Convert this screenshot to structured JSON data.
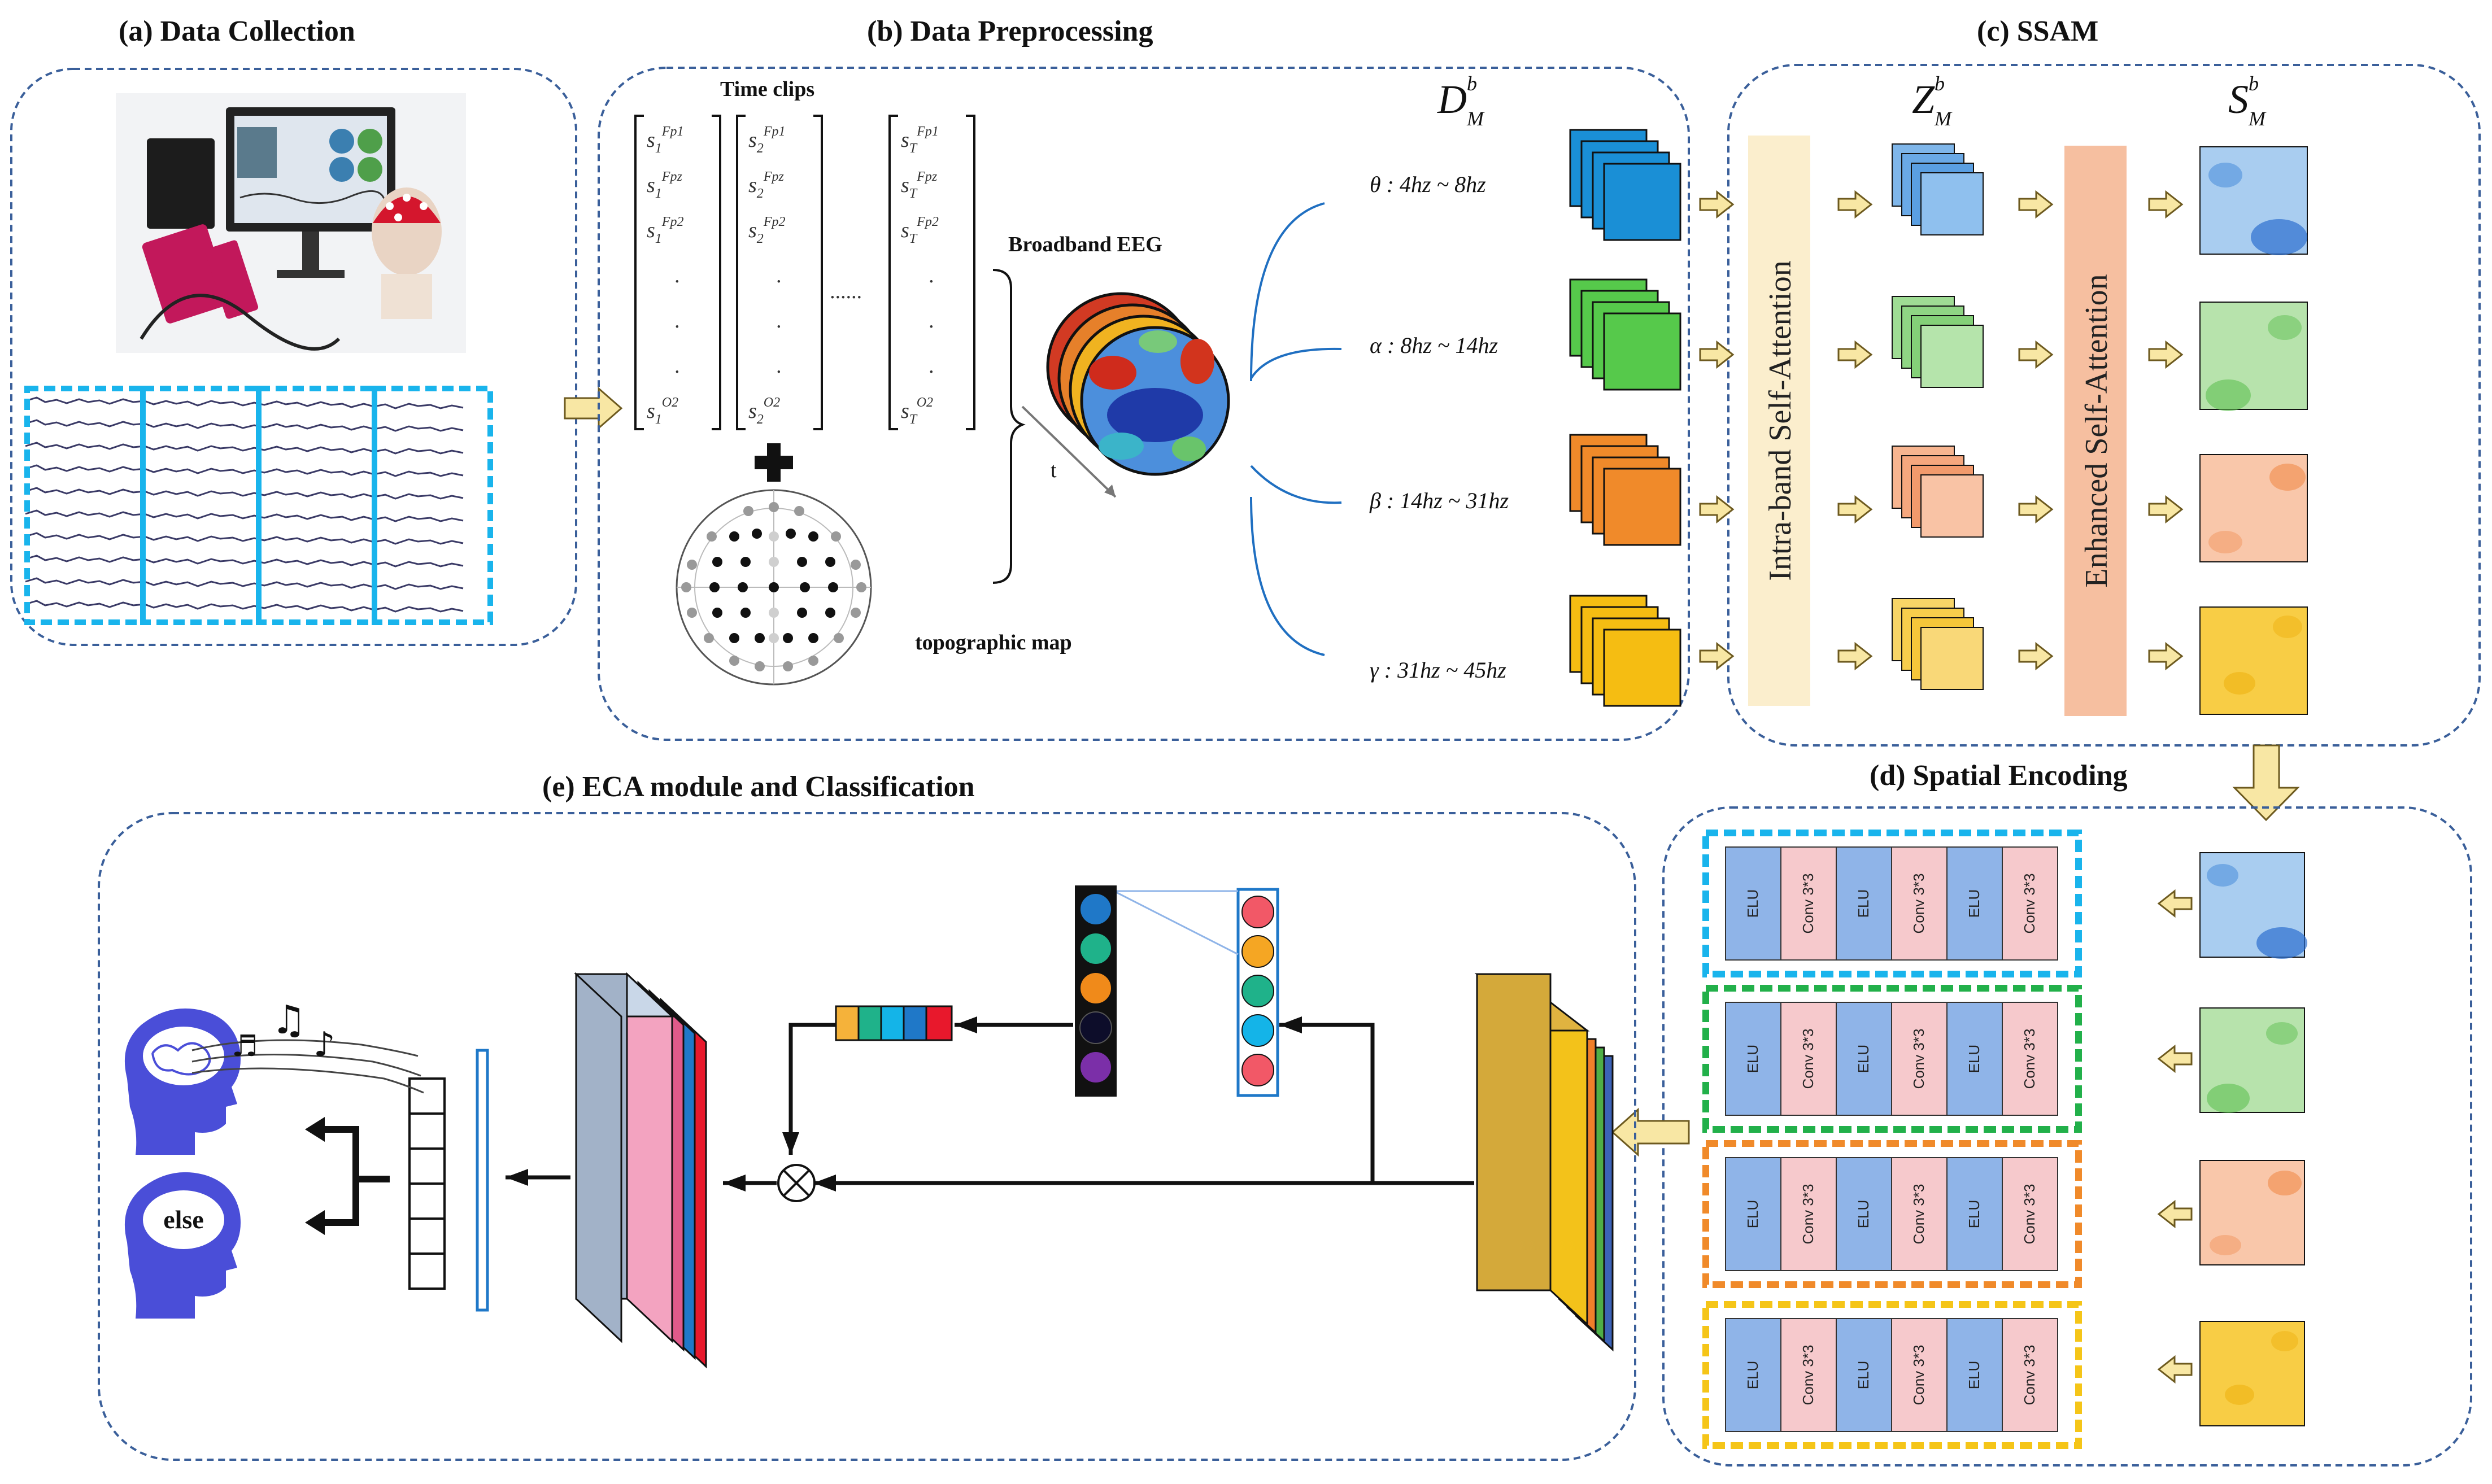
{
  "panels": {
    "a": "(a) Data Collection",
    "b": "(b) Data Preprocessing",
    "c": "(c) SSAM",
    "d": "(d) Spatial Encoding",
    "e": "(e) ECA module and Classification"
  },
  "preprocessing": {
    "time_clips": "Time clips",
    "broadband": "Broadband EEG",
    "topo": "topographic map",
    "time_axis": "t",
    "ellipsis": "......",
    "dots": "."
  },
  "matrix": {
    "base": "s",
    "col1": [
      "1",
      "1",
      "1"
    ],
    "col2": [
      "2",
      "2",
      "2"
    ],
    "colT": [
      "T",
      "T",
      "T"
    ],
    "sup": [
      "Fp1",
      "Fpz",
      "Fp2"
    ],
    "last_sup": "O2"
  },
  "bands": [
    {
      "label": "θ : 4hz ~ 8hz",
      "color": "#1a8fd6"
    },
    {
      "label": "α : 8hz ~ 14hz",
      "color": "#56c94b"
    },
    {
      "label": "β : 14hz ~ 31hz",
      "color": "#f08a2a"
    },
    {
      "label": "γ : 31hz ~ 45hz",
      "color": "#f5bd12"
    }
  ],
  "symbols": {
    "D": "D",
    "Z": "Z",
    "S": "S",
    "M": "M",
    "b": "b"
  },
  "ssam": {
    "intra": "Intra-band Self-Attention",
    "enhanced": "Enhanced Self-Attention"
  },
  "encoding": {
    "cells": [
      "ELU",
      "Conv 3*3",
      "ELU",
      "Conv 3*3",
      "ELU",
      "Conv 3*3"
    ]
  },
  "classification": {
    "else": "else"
  },
  "colors": {
    "panel_border": "#3a5f9a",
    "elu": "#8fb4e8",
    "conv": "#f6c9cc",
    "intra_bar": "#fbeecd",
    "enhanced_bar": "#f6bfa0"
  }
}
